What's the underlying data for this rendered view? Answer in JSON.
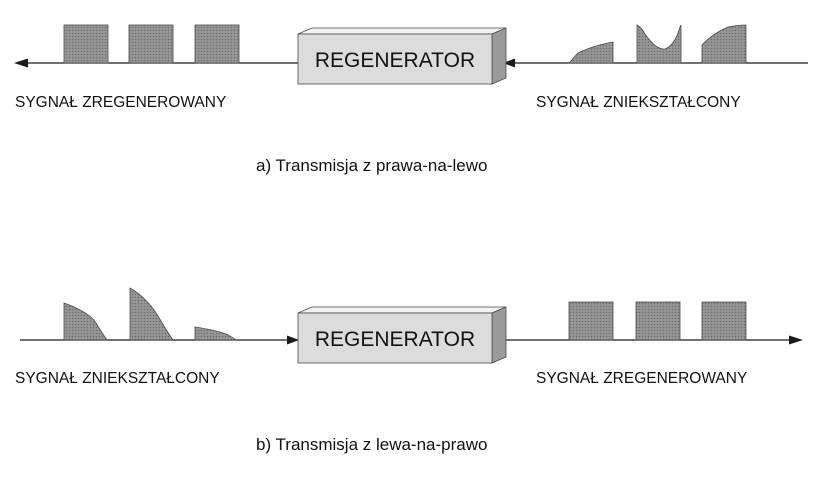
{
  "colors": {
    "line": "#1a1a1a",
    "pulse_fill": "#8f8f8f",
    "box_front": "#dcdcdc",
    "box_top": "#f2f2f2",
    "box_side": "#9a9a9a",
    "background": "#ffffff"
  },
  "diagram_a": {
    "regenerator_label": "REGENERATOR",
    "left_label": "SYGNAŁ ZREGENEROWANY",
    "right_label": "SYGNAŁ ZNIEKSZTAŁCONY",
    "caption": "a) Transmisja z prawa-na-lewo",
    "direction": "right-to-left"
  },
  "diagram_b": {
    "regenerator_label": "REGENERATOR",
    "left_label": "SYGNAŁ ZNIEKSZTAŁCONY",
    "right_label": "SYGNAŁ ZREGENEROWANY",
    "caption": "b) Transmisja z lewa-na-prawo",
    "direction": "left-to-right"
  }
}
